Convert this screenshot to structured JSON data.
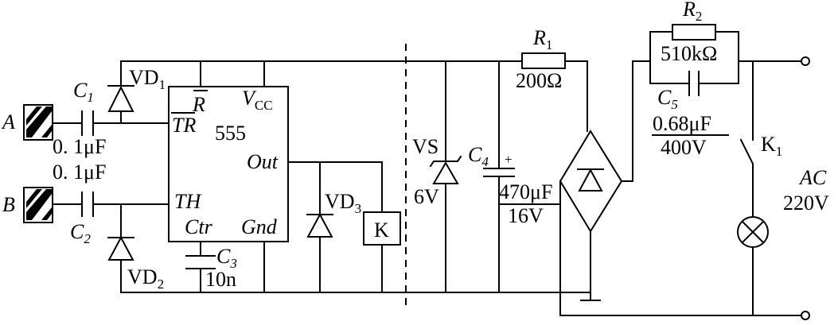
{
  "labels": {
    "terminal_a": "A",
    "terminal_b": "B",
    "c1_name": "C",
    "c1_sub": "1",
    "c1_value": "0. 1μF",
    "c2_name": "C",
    "c2_sub": "2",
    "c2_value": "0. 1μF",
    "vd1_name": "VD",
    "vd1_sub": "1",
    "vd2_name": "VD",
    "vd2_sub": "2",
    "vd3_name": "VD",
    "vd3_sub": "3",
    "ic_part": "555",
    "pin_r": "R",
    "pin_vcc_v": "V",
    "pin_vcc_sub": "CC",
    "pin_tr": "TR",
    "pin_out": "Out",
    "pin_th": "TH",
    "pin_ctr": "Ctr",
    "pin_gnd": "Gnd",
    "c3_name": "C",
    "c3_sub": "3",
    "c3_value": "10n",
    "relay": "K",
    "vs_name": "VS",
    "vs_value": "6V",
    "c4_name": "C",
    "c4_sub": "4",
    "c4_polarity": "+",
    "c4_value": "470μF",
    "c4_voltage": "16V",
    "r1_name": "R",
    "r1_sub": "1",
    "r1_value": "200Ω",
    "r2_name": "R",
    "r2_sub": "2",
    "r2_value": "510kΩ",
    "c5_name": "C",
    "c5_sub": "5",
    "c5_value": "0.68μF",
    "c5_voltage": "400V",
    "k1_name": "K",
    "k1_sub": "1",
    "ac_name": "AC",
    "ac_voltage": "220V"
  }
}
